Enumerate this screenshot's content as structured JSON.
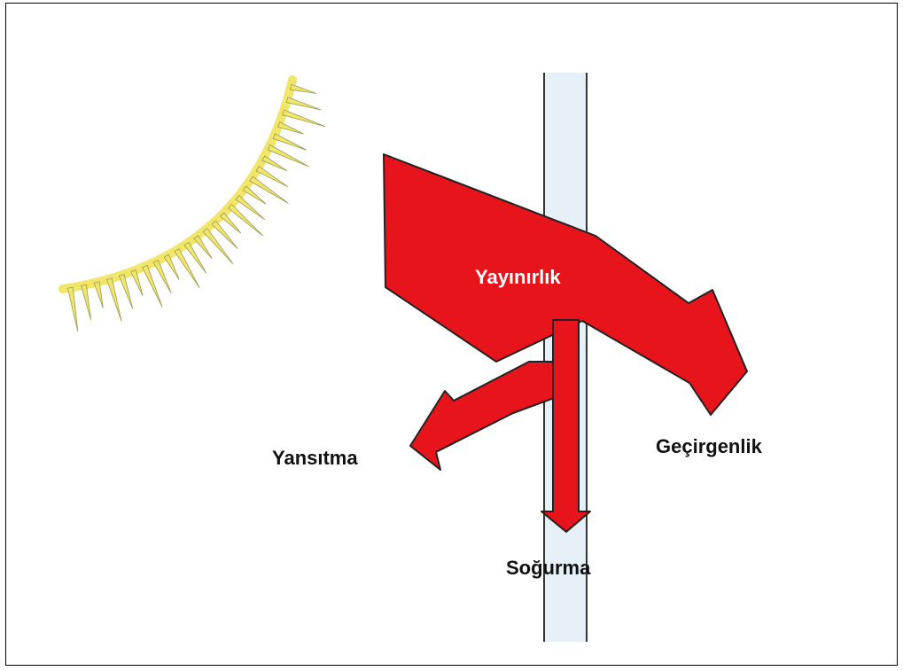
{
  "labels": {
    "emission": "Yayınırlık",
    "reflection": "Yansıtma",
    "transmission": "Geçirgenlik",
    "absorption": "Soğurma"
  },
  "colors": {
    "arrow": "#e8141c",
    "arrow_outline": "#222222",
    "glass": "#e6f0f7",
    "glass_edge": "#333333",
    "sun": "#f2e66a",
    "sun_outline": "#9a9a55",
    "frame": "#000000"
  }
}
